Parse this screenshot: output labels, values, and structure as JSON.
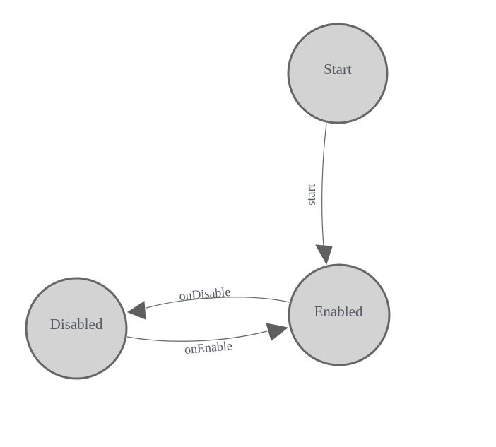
{
  "diagram": {
    "type": "state-machine",
    "nodes": {
      "start": {
        "label": "Start"
      },
      "enabled": {
        "label": "Enabled"
      },
      "disabled": {
        "label": "Disabled"
      }
    },
    "edges": {
      "start_to_enabled": {
        "label": "start",
        "from": "Start",
        "to": "Enabled"
      },
      "enabled_to_disabled": {
        "label": "onDisable",
        "from": "Enabled",
        "to": "Disabled"
      },
      "disabled_to_enabled": {
        "label": "onEnable",
        "from": "Disabled",
        "to": "Enabled"
      }
    },
    "colors": {
      "background": "#ffffff",
      "node_fill": "#d3d3d3",
      "node_stroke": "#666666",
      "edge_stroke": "#666666",
      "arrowhead_fill": "#5f5f5f",
      "label_text": "#555a62"
    }
  }
}
